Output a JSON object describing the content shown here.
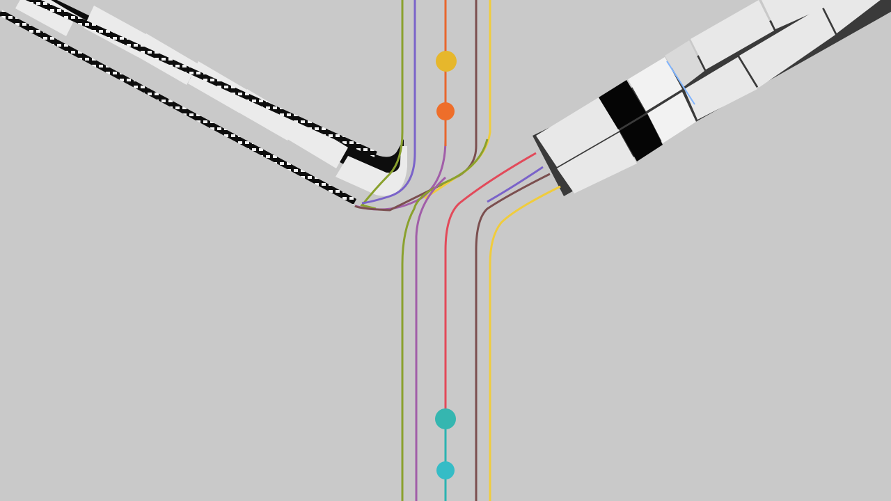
{
  "scene": {
    "background": "#c9c9c9",
    "film_strip": {
      "frame_fill": "#ebebeb",
      "frame_edge": "#cfcfcf",
      "border": "#0d0d0d"
    },
    "keyboard": {
      "key_fill": "#e8e8e8",
      "key_shade": "#b9b9b9",
      "black_key": "#050505",
      "glow": "#7fb4ff"
    },
    "lines": [
      {
        "name": "olive",
        "color": "#8aa12e"
      },
      {
        "name": "violet",
        "color": "#7a63c9"
      },
      {
        "name": "purple",
        "color": "#a15ea8"
      },
      {
        "name": "red",
        "color": "#e24a5a"
      },
      {
        "name": "orange",
        "color": "#e8672f"
      },
      {
        "name": "brown",
        "color": "#7b4f4f"
      },
      {
        "name": "yellow",
        "color": "#f0cc3c"
      },
      {
        "name": "teal",
        "color": "#2bb3b1"
      }
    ],
    "nodes": [
      {
        "name": "yellow-stop",
        "color": "#e6b72c"
      },
      {
        "name": "orange-stop",
        "color": "#ee6e2a"
      },
      {
        "name": "teal-stop-upper",
        "color": "#35b6b0"
      },
      {
        "name": "teal-stop-lower",
        "color": "#35bcc6"
      }
    ]
  }
}
